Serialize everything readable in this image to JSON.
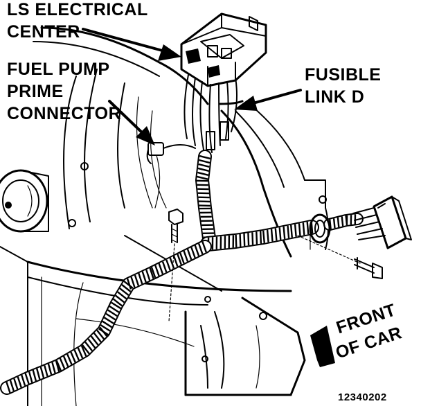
{
  "labels": {
    "ls_electrical_center": [
      "LS ELECTRICAL",
      "CENTER"
    ],
    "fuel_pump_prime_connector": [
      "FUEL PUMP",
      "PRIME",
      "CONNECTOR"
    ],
    "fusible_link_d": [
      "FUSIBLE",
      "LINK D"
    ],
    "front_of_car": [
      "FRONT",
      "OF CAR"
    ]
  },
  "figure_number": "12340202",
  "colors": {
    "ink": "#000000",
    "paper": "#ffffff"
  }
}
